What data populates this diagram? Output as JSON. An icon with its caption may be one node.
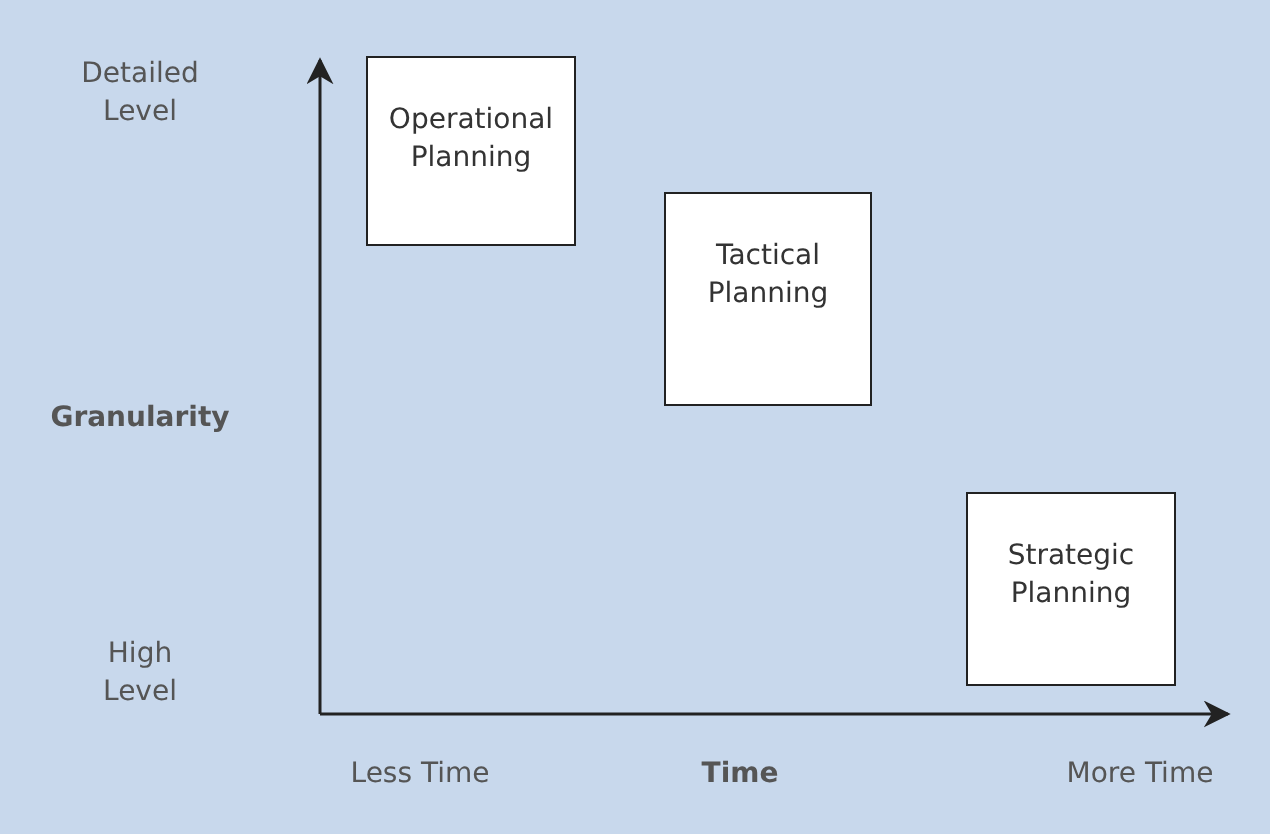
{
  "diagram": {
    "nodes": [
      {
        "text": [
          "Operational Planning"
        ]
      },
      {
        "text": [
          "Tactical Planning"
        ]
      },
      {
        "text": [
          "Strategic Planning"
        ]
      }
    ],
    "labels": [
      "Detailed Level",
      "Granularity",
      "High Level",
      "Less Time",
      "Time",
      "More Time"
    ]
  }
}
